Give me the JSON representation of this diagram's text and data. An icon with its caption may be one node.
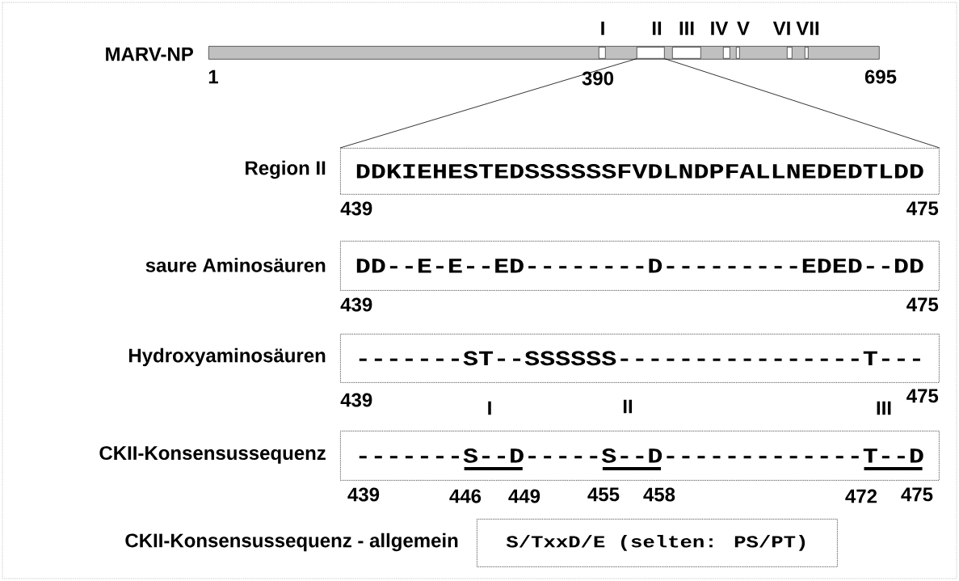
{
  "diagram": {
    "nodes": [
      {
        "text": [],
        "shape": "bar",
        "beside": [
          "MARV-NP"
        ]
      },
      {
        "text": [],
        "shape": "box",
        "in": 0,
        "beside": [
          "I"
        ]
      },
      {
        "text": [],
        "shape": "box",
        "in": 0,
        "beside": [
          "II"
        ]
      },
      {
        "text": [],
        "shape": "box",
        "in": 0,
        "beside": [
          "III"
        ]
      },
      {
        "text": [],
        "shape": "box",
        "in": 0,
        "beside": [
          "IV"
        ]
      },
      {
        "text": [],
        "shape": "box",
        "in": 0,
        "beside": [
          "V"
        ]
      },
      {
        "text": [],
        "shape": "box",
        "in": 0,
        "beside": [
          "VI"
        ]
      },
      {
        "text": [],
        "shape": "box",
        "in": 0,
        "beside": [
          "VII"
        ]
      },
      {
        "text": [
          "DDKIEHESTEDSSSSSSFVDLNDPFALLNEDEDTLDD"
        ],
        "beside": [
          "Region II",
          "439",
          "475"
        ]
      },
      {
        "text": [
          "DD--E-E--ED--------D---------EDED--DD"
        ],
        "beside": [
          "saure Aminosäuren",
          "439",
          "475"
        ]
      },
      {
        "text": [
          "-------ST--SSSSSS----------------T---"
        ],
        "beside": [
          "Hydroxyaminosäuren",
          "439",
          "475"
        ]
      },
      {
        "text": [
          "-------S--D-----S--D-------------T--D"
        ],
        "beside": [
          "CKII-Konsensussequenz",
          "439",
          "446",
          "449",
          "455",
          "458",
          "472",
          "475"
        ]
      },
      {
        "text": [
          "S/TxxD/E (selten: PS/PT)"
        ],
        "beside": [
          "CKII-Konsensussequenz - allgemein"
        ]
      }
    ],
    "edges": [
      {
        "from": 2,
        "to": 8,
        "arrow": "none"
      },
      {
        "from": 2,
        "to": 8,
        "arrow": "none"
      }
    ],
    "labels": [
      "1",
      "390",
      "695",
      "I",
      "II",
      "III"
    ]
  }
}
